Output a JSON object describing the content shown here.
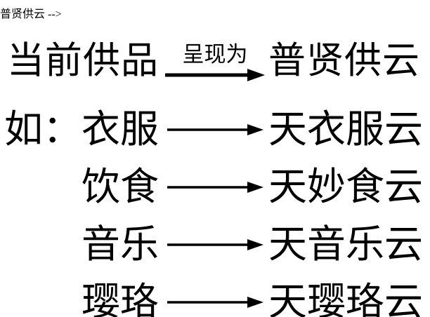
{
  "page": {
    "background_color": "#ffffff",
    "text_color": "#000000"
  },
  "diagram": {
    "header": {
      "left_label": "当前供品",
      "arrow_label": "呈现为",
      "right_label": "普贤供云"
    },
    "rows": [
      {
        "prefix": "如：",
        "left_label": "衣服",
        "right_label": "天衣服云"
      },
      {
        "prefix": "",
        "left_label": "饮食",
        "right_label": "天妙食云"
      },
      {
        "prefix": "",
        "left_label": "音乐",
        "right_label": "天音乐云"
      },
      {
        "prefix": "",
        "left_label": "璎珞",
        "right_label": "天璎珞云"
      }
    ]
  },
  "icons": {
    "arrow": "right-arrow-icon"
  }
}
